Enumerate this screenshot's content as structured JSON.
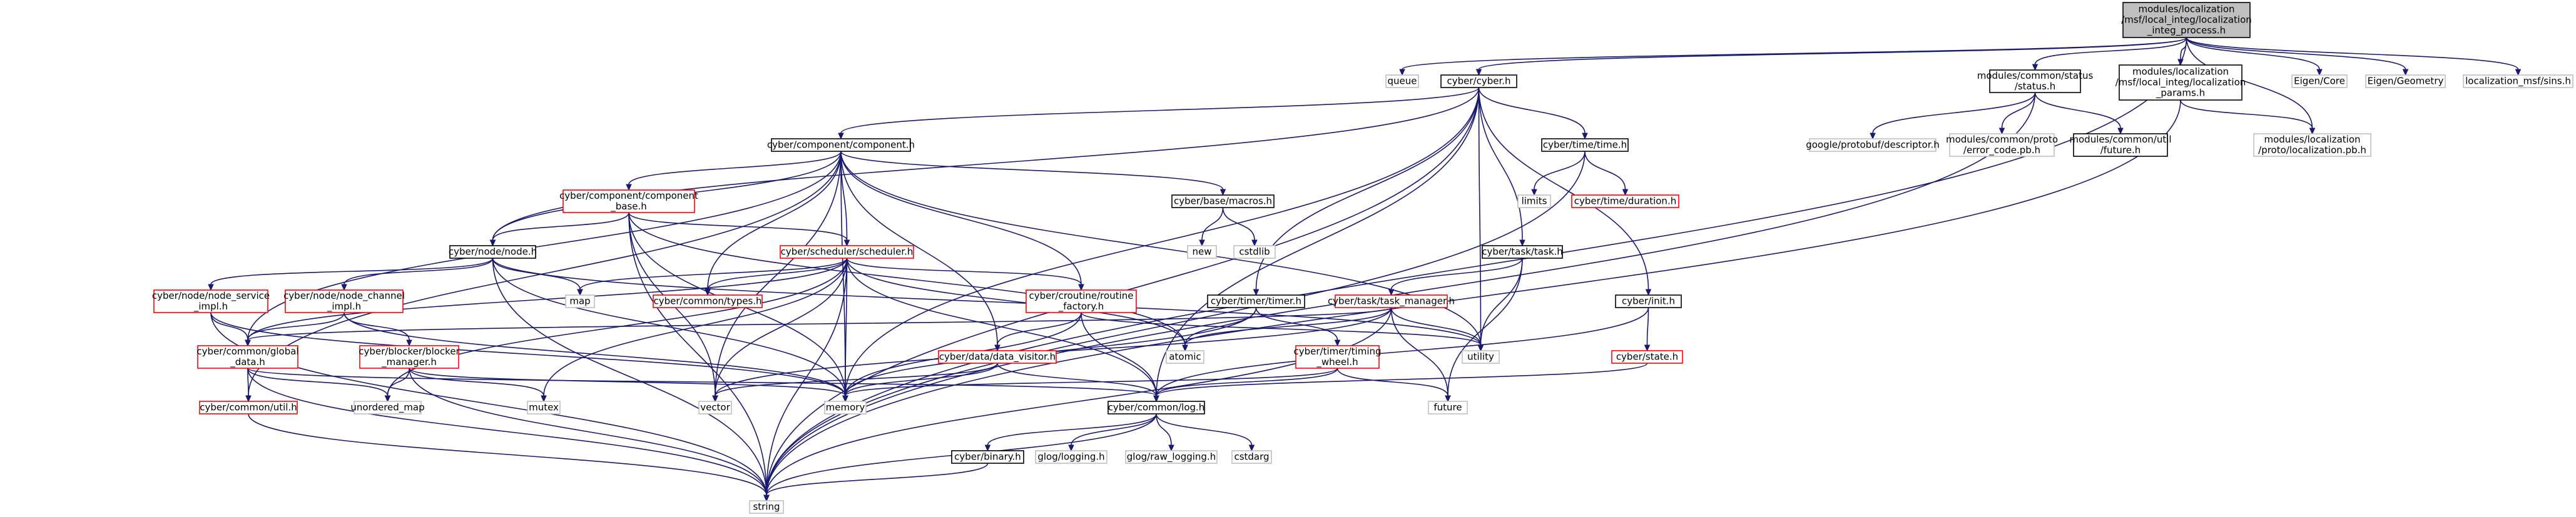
{
  "graph": {
    "nodes": [
      {
        "id": "root",
        "lines": [
          "modules/localization",
          "/msf/local_integ/localization",
          "_integ_process.h"
        ],
        "style": "root"
      },
      {
        "id": "queue",
        "lines": [
          "queue"
        ],
        "style": "grey"
      },
      {
        "id": "cyber_h",
        "lines": [
          "cyber/cyber.h"
        ],
        "style": "black"
      },
      {
        "id": "status_h",
        "lines": [
          "modules/common/status",
          "/status.h"
        ],
        "style": "black"
      },
      {
        "id": "params_h",
        "lines": [
          "modules/localization",
          "/msf/local_integ/localization",
          "_params.h"
        ],
        "style": "black"
      },
      {
        "id": "eigen_core",
        "lines": [
          "Eigen/Core"
        ],
        "style": "grey"
      },
      {
        "id": "eigen_geom",
        "lines": [
          "Eigen/Geometry"
        ],
        "style": "grey"
      },
      {
        "id": "loc_sins",
        "lines": [
          "localization_msf/sins.h"
        ],
        "style": "grey"
      },
      {
        "id": "component_h",
        "lines": [
          "cyber/component/component.h"
        ],
        "style": "black"
      },
      {
        "id": "time_h",
        "lines": [
          "cyber/time/time.h"
        ],
        "style": "black"
      },
      {
        "id": "descriptor_h",
        "lines": [
          "google/protobuf/descriptor.h"
        ],
        "style": "grey"
      },
      {
        "id": "error_code",
        "lines": [
          "modules/common/proto",
          "/error_code.pb.h"
        ],
        "style": "grey"
      },
      {
        "id": "future_h",
        "lines": [
          "modules/common/util",
          "/future.h"
        ],
        "style": "black"
      },
      {
        "id": "loc_pb",
        "lines": [
          "modules/localization",
          "/proto/localization.pb.h"
        ],
        "style": "grey"
      },
      {
        "id": "component_base",
        "lines": [
          "cyber/component/component",
          "_base.h"
        ],
        "style": "red"
      },
      {
        "id": "macros_h",
        "lines": [
          "cyber/base/macros.h"
        ],
        "style": "black"
      },
      {
        "id": "limits",
        "lines": [
          "limits"
        ],
        "style": "grey"
      },
      {
        "id": "duration_h",
        "lines": [
          "cyber/time/duration.h"
        ],
        "style": "red"
      },
      {
        "id": "new",
        "lines": [
          "new"
        ],
        "style": "grey"
      },
      {
        "id": "cstdlib",
        "lines": [
          "cstdlib"
        ],
        "style": "grey"
      },
      {
        "id": "node_h",
        "lines": [
          "cyber/node/node.h"
        ],
        "style": "black"
      },
      {
        "id": "scheduler_h",
        "lines": [
          "cyber/scheduler/scheduler.h"
        ],
        "style": "red"
      },
      {
        "id": "task_h",
        "lines": [
          "cyber/task/task.h"
        ],
        "style": "black"
      },
      {
        "id": "map",
        "lines": [
          "map"
        ],
        "style": "grey"
      },
      {
        "id": "types_h",
        "lines": [
          "cyber/common/types.h"
        ],
        "style": "red"
      },
      {
        "id": "node_service",
        "lines": [
          "cyber/node/node_service",
          "_impl.h"
        ],
        "style": "red"
      },
      {
        "id": "node_channel",
        "lines": [
          "cyber/node/node_channel",
          "_impl.h"
        ],
        "style": "red"
      },
      {
        "id": "routine_factory",
        "lines": [
          "cyber/croutine/routine",
          "_factory.h"
        ],
        "style": "red"
      },
      {
        "id": "timer_h",
        "lines": [
          "cyber/timer/timer.h"
        ],
        "style": "black"
      },
      {
        "id": "task_manager",
        "lines": [
          "cyber/task/task_manager.h"
        ],
        "style": "red"
      },
      {
        "id": "init_h",
        "lines": [
          "cyber/init.h"
        ],
        "style": "black"
      },
      {
        "id": "global_data",
        "lines": [
          "cyber/common/global",
          "_data.h"
        ],
        "style": "red"
      },
      {
        "id": "blocker_manager",
        "lines": [
          "cyber/blocker/blocker",
          "_manager.h"
        ],
        "style": "red"
      },
      {
        "id": "data_visitor",
        "lines": [
          "cyber/data/data_visitor.h"
        ],
        "style": "red"
      },
      {
        "id": "timing_wheel",
        "lines": [
          "cyber/timer/timing",
          "_wheel.h"
        ],
        "style": "red"
      },
      {
        "id": "atomic",
        "lines": [
          "atomic"
        ],
        "style": "grey"
      },
      {
        "id": "utility",
        "lines": [
          "utility"
        ],
        "style": "grey"
      },
      {
        "id": "state_h",
        "lines": [
          "cyber/state.h"
        ],
        "style": "red"
      },
      {
        "id": "util_h",
        "lines": [
          "cyber/common/util.h"
        ],
        "style": "red"
      },
      {
        "id": "unordered_map",
        "lines": [
          "unordered_map"
        ],
        "style": "grey"
      },
      {
        "id": "mutex",
        "lines": [
          "mutex"
        ],
        "style": "grey"
      },
      {
        "id": "vector",
        "lines": [
          "vector"
        ],
        "style": "grey"
      },
      {
        "id": "memory",
        "lines": [
          "memory"
        ],
        "style": "grey"
      },
      {
        "id": "log_h",
        "lines": [
          "cyber/common/log.h"
        ],
        "style": "black"
      },
      {
        "id": "future",
        "lines": [
          "future"
        ],
        "style": "grey"
      },
      {
        "id": "binary_h",
        "lines": [
          "cyber/binary.h"
        ],
        "style": "black"
      },
      {
        "id": "glog_logging",
        "lines": [
          "glog/logging.h"
        ],
        "style": "grey"
      },
      {
        "id": "glog_raw",
        "lines": [
          "glog/raw_logging.h"
        ],
        "style": "grey"
      },
      {
        "id": "cstdarg",
        "lines": [
          "cstdarg"
        ],
        "style": "grey"
      },
      {
        "id": "string",
        "lines": [
          "string"
        ],
        "style": "grey"
      }
    ],
    "edges": [
      [
        "root",
        "queue"
      ],
      [
        "root",
        "cyber_h"
      ],
      [
        "root",
        "status_h"
      ],
      [
        "root",
        "params_h"
      ],
      [
        "root",
        "eigen_core"
      ],
      [
        "root",
        "eigen_geom"
      ],
      [
        "root",
        "loc_sins"
      ],
      [
        "root",
        "loc_pb"
      ],
      [
        "root",
        "string"
      ],
      [
        "cyber_h",
        "component_h"
      ],
      [
        "cyber_h",
        "time_h"
      ],
      [
        "cyber_h",
        "node_h"
      ],
      [
        "cyber_h",
        "task_h"
      ],
      [
        "cyber_h",
        "timer_h"
      ],
      [
        "cyber_h",
        "init_h"
      ],
      [
        "cyber_h",
        "log_h"
      ],
      [
        "cyber_h",
        "utility"
      ],
      [
        "cyber_h",
        "memory"
      ],
      [
        "cyber_h",
        "string"
      ],
      [
        "status_h",
        "descriptor_h"
      ],
      [
        "status_h",
        "error_code"
      ],
      [
        "status_h",
        "future_h"
      ],
      [
        "status_h",
        "string"
      ],
      [
        "params_h",
        "loc_pb"
      ],
      [
        "params_h",
        "string"
      ],
      [
        "component_h",
        "component_base"
      ],
      [
        "component_h",
        "macros_h"
      ],
      [
        "component_h",
        "node_h"
      ],
      [
        "component_h",
        "scheduler_h"
      ],
      [
        "component_h",
        "types_h"
      ],
      [
        "component_h",
        "routine_factory"
      ],
      [
        "component_h",
        "data_visitor"
      ],
      [
        "component_h",
        "global_data"
      ],
      [
        "component_h",
        "util_h"
      ],
      [
        "component_h",
        "utility"
      ],
      [
        "component_h",
        "vector"
      ],
      [
        "component_h",
        "memory"
      ],
      [
        "time_h",
        "limits"
      ],
      [
        "time_h",
        "duration_h"
      ],
      [
        "time_h",
        "string"
      ],
      [
        "macros_h",
        "new"
      ],
      [
        "macros_h",
        "cstdlib"
      ],
      [
        "component_base",
        "scheduler_h"
      ],
      [
        "component_base",
        "node_h"
      ],
      [
        "component_base",
        "atomic"
      ],
      [
        "component_base",
        "vector"
      ],
      [
        "component_base",
        "memory"
      ],
      [
        "component_base",
        "string"
      ],
      [
        "node_h",
        "map"
      ],
      [
        "node_h",
        "node_service"
      ],
      [
        "node_h",
        "node_channel"
      ],
      [
        "node_h",
        "memory"
      ],
      [
        "node_h",
        "string"
      ],
      [
        "node_h",
        "utility"
      ],
      [
        "scheduler_h",
        "map"
      ],
      [
        "scheduler_h",
        "types_h"
      ],
      [
        "scheduler_h",
        "routine_factory"
      ],
      [
        "scheduler_h",
        "log_h"
      ],
      [
        "scheduler_h",
        "atomic"
      ],
      [
        "scheduler_h",
        "mutex"
      ],
      [
        "scheduler_h",
        "vector"
      ],
      [
        "scheduler_h",
        "memory"
      ],
      [
        "scheduler_h",
        "unordered_map"
      ],
      [
        "scheduler_h",
        "string"
      ],
      [
        "scheduler_h",
        "global_data"
      ],
      [
        "task_h",
        "task_manager"
      ],
      [
        "task_h",
        "utility"
      ],
      [
        "task_h",
        "future"
      ],
      [
        "node_service",
        "global_data"
      ],
      [
        "node_service",
        "memory"
      ],
      [
        "node_service",
        "string"
      ],
      [
        "node_channel",
        "global_data"
      ],
      [
        "node_channel",
        "blocker_manager"
      ],
      [
        "node_channel",
        "memory"
      ],
      [
        "routine_factory",
        "data_visitor"
      ],
      [
        "routine_factory",
        "log_h"
      ],
      [
        "routine_factory",
        "utility"
      ],
      [
        "routine_factory",
        "memory"
      ],
      [
        "timer_h",
        "timing_wheel"
      ],
      [
        "timer_h",
        "atomic"
      ],
      [
        "timer_h",
        "memory"
      ],
      [
        "task_manager",
        "global_data"
      ],
      [
        "task_manager",
        "utility"
      ],
      [
        "task_manager",
        "future"
      ],
      [
        "task_manager",
        "atomic"
      ],
      [
        "task_manager",
        "vector"
      ],
      [
        "task_manager",
        "string"
      ],
      [
        "init_h",
        "state_h"
      ],
      [
        "init_h",
        "log_h"
      ],
      [
        "global_data",
        "util_h"
      ],
      [
        "global_data",
        "unordered_map"
      ],
      [
        "global_data",
        "log_h"
      ],
      [
        "global_data",
        "string"
      ],
      [
        "blocker_manager",
        "unordered_map"
      ],
      [
        "blocker_manager",
        "mutex"
      ],
      [
        "blocker_manager",
        "memory"
      ],
      [
        "blocker_manager",
        "string"
      ],
      [
        "data_visitor",
        "log_h"
      ],
      [
        "data_visitor",
        "vector"
      ],
      [
        "data_visitor",
        "memory"
      ],
      [
        "timing_wheel",
        "log_h"
      ],
      [
        "timing_wheel",
        "future"
      ],
      [
        "timing_wheel",
        "memory"
      ],
      [
        "state_h",
        "log_h"
      ],
      [
        "util_h",
        "string"
      ],
      [
        "log_h",
        "binary_h"
      ],
      [
        "log_h",
        "glog_logging"
      ],
      [
        "log_h",
        "glog_raw"
      ],
      [
        "log_h",
        "cstdarg"
      ],
      [
        "log_h",
        "string"
      ],
      [
        "binary_h",
        "string"
      ]
    ]
  }
}
